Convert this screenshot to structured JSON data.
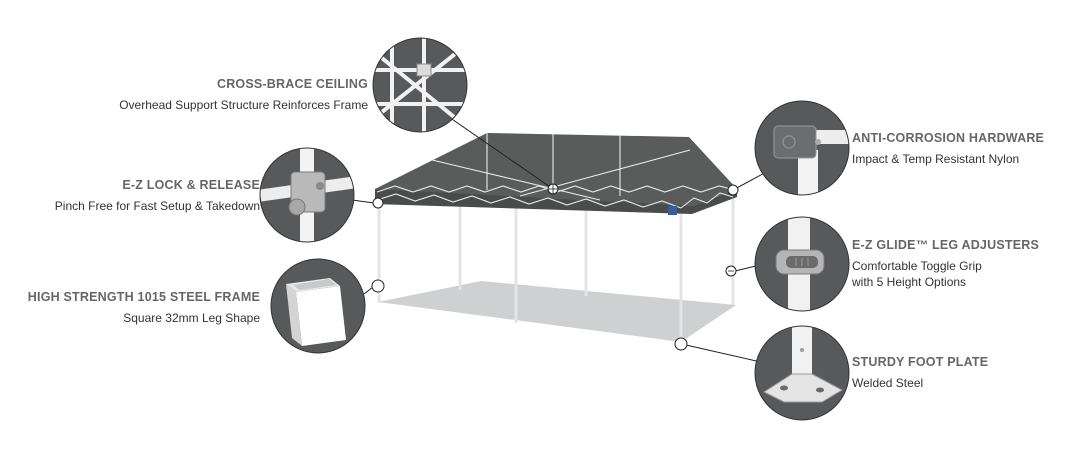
{
  "callouts": {
    "cross_brace": {
      "title": "CROSS-BRACE CEILING",
      "desc": "Overhead Support Structure Reinforces Frame"
    },
    "lock_release": {
      "title": "E-Z LOCK & RELEASE",
      "desc": "Pinch Free for Fast Setup & Takedown"
    },
    "steel_frame": {
      "title": "HIGH STRENGTH 1015 STEEL FRAME",
      "desc": "Square 32mm Leg Shape"
    },
    "anti_corrosion": {
      "title": "ANTI-CORROSION HARDWARE",
      "desc": "Impact & Temp Resistant Nylon"
    },
    "leg_adjusters": {
      "title": "E-Z GLIDE™ LEG ADJUSTERS",
      "desc_line1": "Comfortable Toggle Grip",
      "desc_line2": "with 5 Height Options"
    },
    "foot_plate": {
      "title": "STURDY FOOT PLATE",
      "desc": "Welded Steel"
    }
  },
  "colors": {
    "canopy": "#5a5b5b",
    "canopy_dark": "#4a4b4b",
    "badge": "#58595b",
    "floor": "#cfd0d1",
    "frame": "#e9eaeb",
    "title_text": "#666666",
    "desc_text": "#333333"
  },
  "icons": [
    "cross-brace-detail-icon",
    "lock-release-detail-icon",
    "steel-tube-detail-icon",
    "corner-hardware-detail-icon",
    "leg-adjuster-detail-icon",
    "foot-plate-detail-icon"
  ]
}
